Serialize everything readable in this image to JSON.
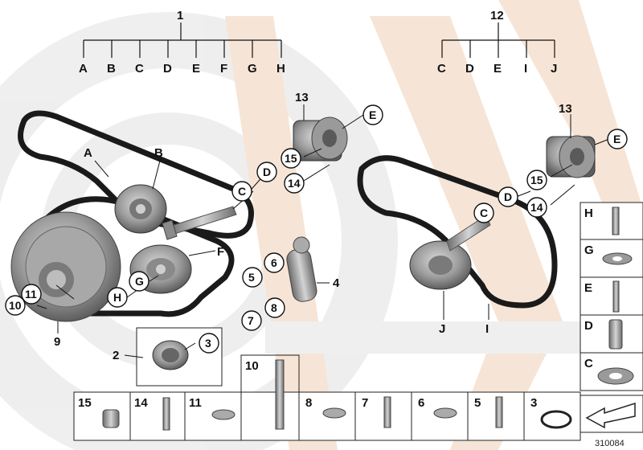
{
  "kit_1": {
    "number": "1",
    "letters": [
      "A",
      "B",
      "C",
      "D",
      "E",
      "F",
      "G",
      "H"
    ]
  },
  "kit_12": {
    "number": "12",
    "letters": [
      "C",
      "D",
      "E",
      "I",
      "J"
    ]
  },
  "left_assembly": {
    "belt_a": "A",
    "pulley_b": "B",
    "bolt_c": "C",
    "washer_d": "D",
    "bolt_e": "E",
    "pulley_f": "F",
    "washer_g": "G",
    "bolt_h": "H",
    "vibration_damper": "9",
    "damper_bolt": "10",
    "damper_bolt_11": "11",
    "idler_13": "13",
    "part_14": "14",
    "part_15": "15",
    "tensioner": "4",
    "part_5": "5",
    "part_6": "6",
    "part_7": "7",
    "part_8": "8",
    "cap_2": "2",
    "seal_3": "3"
  },
  "right_assembly": {
    "idler_13": "13",
    "bolt_e": "E",
    "part_15": "15",
    "part_14": "14",
    "washer_d": "D",
    "bolt_c": "C",
    "tensioner_j": "J",
    "belt_i": "I"
  },
  "side_parts": {
    "items": [
      "H",
      "G",
      "E",
      "D",
      "C"
    ]
  },
  "bottom_parts": {
    "items": [
      "15",
      "14",
      "11",
      "10",
      "8",
      "7",
      "6",
      "5",
      "3"
    ]
  },
  "diagram_id": "310084",
  "colors": {
    "watermark": "#f3ddc9",
    "watermark_gray": "#e6e6e6",
    "part": "#9a9a9a",
    "dark": "#222"
  }
}
